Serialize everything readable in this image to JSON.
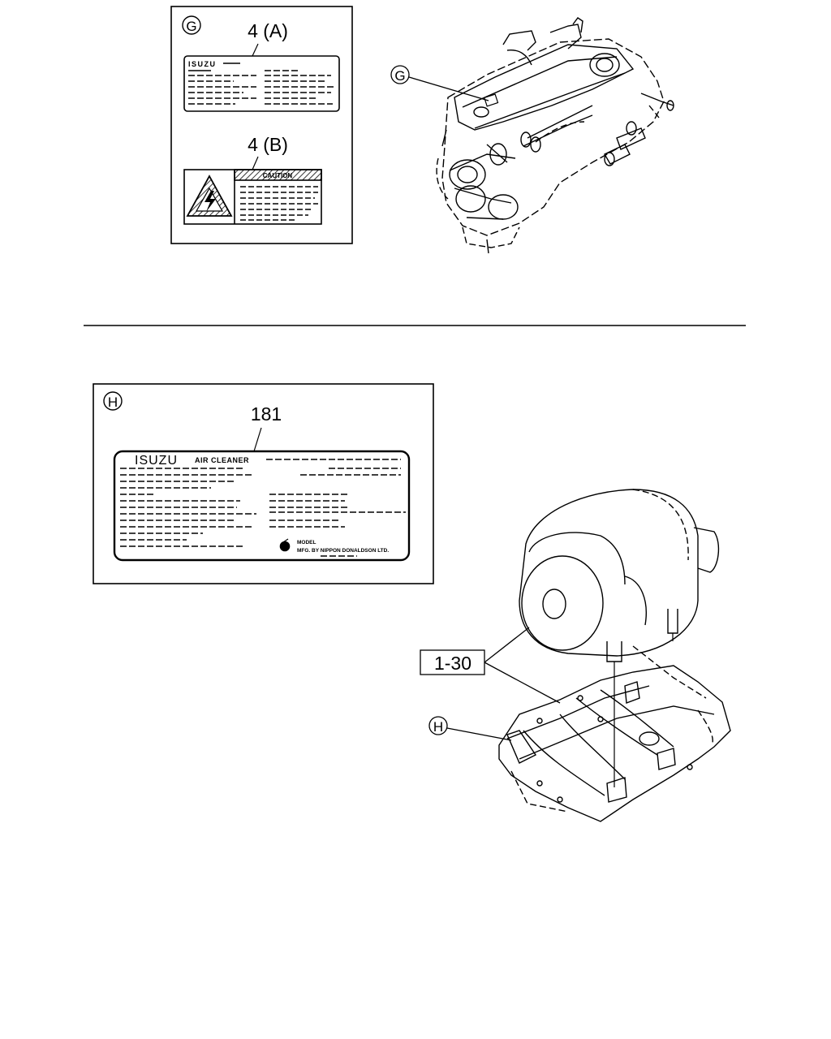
{
  "section_g": {
    "callout": "G",
    "label_a": {
      "part_no": "4 (A)",
      "brand": "ISUZU"
    },
    "label_b": {
      "part_no": "4 (B)",
      "heading": "CAUTION"
    },
    "engine_callout": "G"
  },
  "section_h": {
    "callout": "H",
    "label": {
      "part_no": "181",
      "brand": "ISUZU",
      "product": "AIR CLEANER",
      "model_line": "MODEL",
      "mfg_line": "MFG. BY NIPPON DONALDSON LTD."
    },
    "ref_box": "1-30",
    "floor_callout": "H"
  }
}
